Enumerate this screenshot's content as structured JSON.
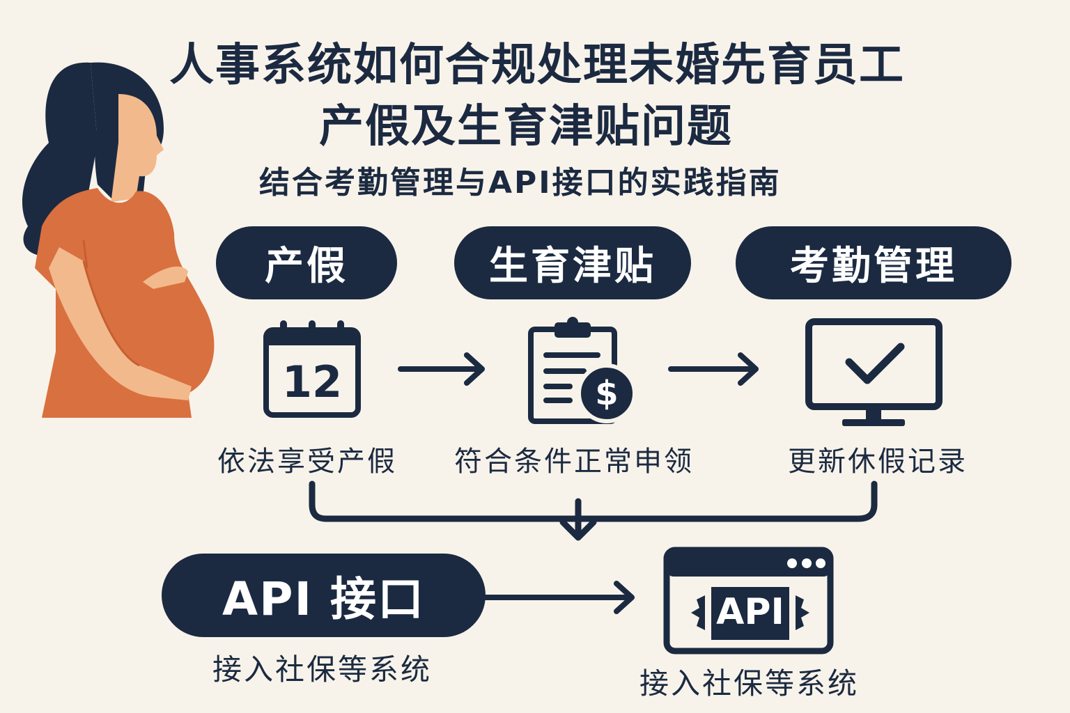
{
  "title": {
    "line1": "人事系统如何合规处理未婚先育员工",
    "line2": "产假及生育津贴问题"
  },
  "subtitle": "结合考勤管理与API接口的实践指南",
  "steps": [
    {
      "pill": "产假",
      "icon": "calendar-icon",
      "calendar_number": "12",
      "label": "依法享受产假"
    },
    {
      "pill": "生育津贴",
      "icon": "clipboard-dollar-icon",
      "label": "符合条件正常申领"
    },
    {
      "pill": "考勤管理",
      "icon": "monitor-check-icon",
      "label": "更新休假记录"
    }
  ],
  "api": {
    "pill": "API 接口",
    "pill_caption": "接入社保等系统",
    "window_text": "API",
    "window_caption": "接入社保等系统"
  },
  "colors": {
    "navy": "#1b2a41",
    "background": "#f8f3ea",
    "dress": "#d9703f",
    "skin": "#f2b98c"
  }
}
